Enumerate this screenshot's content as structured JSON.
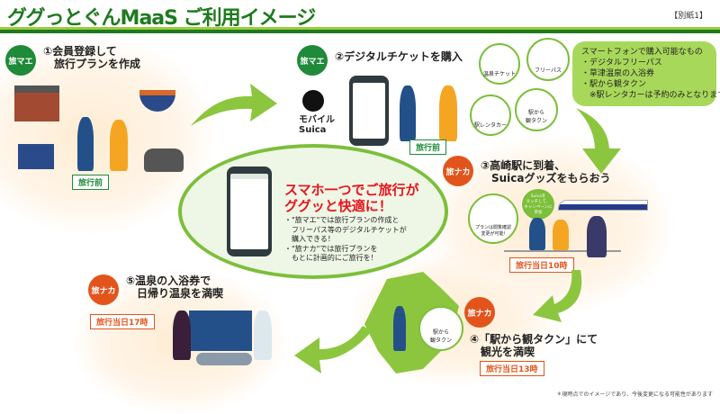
{
  "header": {
    "title": "ググっとぐんMaaS ご利用イメージ",
    "tag": "【別紙1】"
  },
  "steps": [
    {
      "badge": "旅マエ",
      "title": "①会員登録して\n　旅行プランを作成",
      "time": "旅行前"
    },
    {
      "badge": "旅マエ",
      "title": "②デジタルチケットを購入",
      "time": "旅行前"
    },
    {
      "badge": "旅ナカ",
      "title": "③高崎駅に到着、\n　Suicaグッズをもらおう",
      "time": "旅行当日10時"
    },
    {
      "badge": "旅ナカ",
      "title": "④「駅から観タクン」にて\n　観光を満喫",
      "time": "旅行当日13時"
    },
    {
      "badge": "旅ナカ",
      "title": "⑤温泉の入浴券で\n　日帰り温泉を満喫",
      "time": "旅行当日17時"
    }
  ],
  "step2": {
    "logo_line1": "モバイル",
    "logo_line2": "Suica",
    "icons": [
      "温泉チケット",
      "フリーパス",
      "駅レンタカー",
      "駅から\n観タクン"
    ],
    "bubble": "スマートフォンで購入可能なもの\n・デジタルフリーパス\n・草津温泉の入浴券\n・駅から観タクン\n　※駅レンタカーは予約のみとなります。"
  },
  "step3": {
    "bubble": "Suicaを\nタッチして、\nキャンペーンに\n参加",
    "plan_note": "プランは閲覧確認\n変更が可能!"
  },
  "step4": {
    "car_label": "駅から\n観タクン"
  },
  "center": {
    "headline1": "スマホ一つでご旅行が",
    "headline2": "ググッと快適に！",
    "bullets": [
      "・\"旅マエ\"では旅行プランの作成と\n　フリーパス等のデジタルチケットが\n　購入できる！",
      "・\"旅ナカ\"では旅行プランを\n　もとに計画的にご旅行を！"
    ]
  },
  "footnote": "＊現時点でのイメージであり、今後変更になる可能性があります",
  "colors": {
    "green": "#1f8a3a",
    "orange": "#e2541c",
    "lime": "#7cbf3a",
    "title": "#1e7a1e"
  }
}
